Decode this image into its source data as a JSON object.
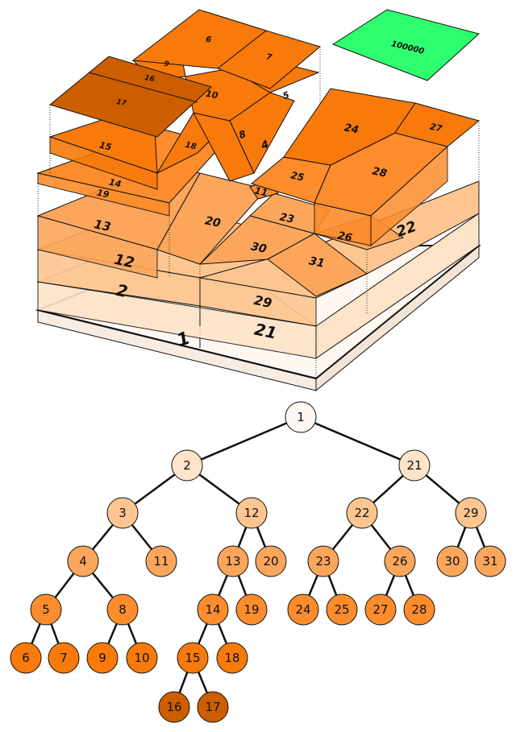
{
  "colors": {
    "depth0": "#fff8f2",
    "depth1": "#fde3c8",
    "depth2": "#fdc690",
    "depth3": "#fca65c",
    "depth4": "#fc8c2c",
    "depth5": "#f87a0a",
    "depth6": "#cc5e00",
    "highlight": "#2eff6e",
    "edge": "#111111"
  },
  "top_view": {
    "highlight_label": "100000",
    "labels": [
      {
        "id": "1",
        "text": "1"
      },
      {
        "id": "21",
        "text": "21"
      },
      {
        "id": "2",
        "text": "2"
      },
      {
        "id": "29",
        "text": "29"
      },
      {
        "id": "12",
        "text": "12"
      },
      {
        "id": "22",
        "text": "22"
      },
      {
        "id": "13",
        "text": "13"
      },
      {
        "id": "30",
        "text": "30"
      },
      {
        "id": "31",
        "text": "31"
      },
      {
        "id": "20",
        "text": "20"
      },
      {
        "id": "26",
        "text": "26"
      },
      {
        "id": "23",
        "text": "23"
      },
      {
        "id": "19",
        "text": "19"
      },
      {
        "id": "14",
        "text": "14"
      },
      {
        "id": "11",
        "text": "11"
      },
      {
        "id": "25",
        "text": "25"
      },
      {
        "id": "28",
        "text": "28"
      },
      {
        "id": "15",
        "text": "15"
      },
      {
        "id": "18",
        "text": "18"
      },
      {
        "id": "24",
        "text": "24"
      },
      {
        "id": "27",
        "text": "27"
      },
      {
        "id": "4",
        "text": "4"
      },
      {
        "id": "8",
        "text": "8"
      },
      {
        "id": "10",
        "text": "10"
      },
      {
        "id": "5",
        "text": "5"
      },
      {
        "id": "17",
        "text": "17"
      },
      {
        "id": "16",
        "text": "16"
      },
      {
        "id": "9",
        "text": "9"
      },
      {
        "id": "6",
        "text": "6"
      },
      {
        "id": "7",
        "text": "7"
      }
    ]
  },
  "tree": {
    "nodes": [
      {
        "id": "1",
        "label": "1",
        "depth": 0
      },
      {
        "id": "2",
        "label": "2",
        "depth": 1
      },
      {
        "id": "21",
        "label": "21",
        "depth": 1
      },
      {
        "id": "3",
        "label": "3",
        "depth": 2
      },
      {
        "id": "12",
        "label": "12",
        "depth": 2
      },
      {
        "id": "22",
        "label": "22",
        "depth": 2
      },
      {
        "id": "29",
        "label": "29",
        "depth": 2
      },
      {
        "id": "4",
        "label": "4",
        "depth": 3
      },
      {
        "id": "11",
        "label": "11",
        "depth": 3
      },
      {
        "id": "13",
        "label": "13",
        "depth": 3
      },
      {
        "id": "20",
        "label": "20",
        "depth": 3
      },
      {
        "id": "23",
        "label": "23",
        "depth": 3
      },
      {
        "id": "26",
        "label": "26",
        "depth": 3
      },
      {
        "id": "30",
        "label": "30",
        "depth": 3
      },
      {
        "id": "31",
        "label": "31",
        "depth": 3
      },
      {
        "id": "5",
        "label": "5",
        "depth": 4
      },
      {
        "id": "8",
        "label": "8",
        "depth": 4
      },
      {
        "id": "14",
        "label": "14",
        "depth": 4
      },
      {
        "id": "19",
        "label": "19",
        "depth": 4
      },
      {
        "id": "24",
        "label": "24",
        "depth": 4
      },
      {
        "id": "25",
        "label": "25",
        "depth": 4
      },
      {
        "id": "27",
        "label": "27",
        "depth": 4
      },
      {
        "id": "28",
        "label": "28",
        "depth": 4
      },
      {
        "id": "6",
        "label": "6",
        "depth": 5
      },
      {
        "id": "7",
        "label": "7",
        "depth": 5
      },
      {
        "id": "9",
        "label": "9",
        "depth": 5
      },
      {
        "id": "10",
        "label": "10",
        "depth": 5
      },
      {
        "id": "15",
        "label": "15",
        "depth": 5
      },
      {
        "id": "18",
        "label": "18",
        "depth": 5
      },
      {
        "id": "16",
        "label": "16",
        "depth": 6
      },
      {
        "id": "17",
        "label": "17",
        "depth": 6
      }
    ],
    "edges": [
      [
        "1",
        "2"
      ],
      [
        "1",
        "21"
      ],
      [
        "2",
        "3"
      ],
      [
        "2",
        "12"
      ],
      [
        "21",
        "22"
      ],
      [
        "21",
        "29"
      ],
      [
        "3",
        "4"
      ],
      [
        "3",
        "11"
      ],
      [
        "12",
        "13"
      ],
      [
        "12",
        "20"
      ],
      [
        "22",
        "23"
      ],
      [
        "22",
        "26"
      ],
      [
        "29",
        "30"
      ],
      [
        "29",
        "31"
      ],
      [
        "4",
        "5"
      ],
      [
        "4",
        "8"
      ],
      [
        "13",
        "14"
      ],
      [
        "13",
        "19"
      ],
      [
        "23",
        "24"
      ],
      [
        "23",
        "25"
      ],
      [
        "26",
        "27"
      ],
      [
        "26",
        "28"
      ],
      [
        "5",
        "6"
      ],
      [
        "5",
        "7"
      ],
      [
        "8",
        "9"
      ],
      [
        "8",
        "10"
      ],
      [
        "14",
        "15"
      ],
      [
        "14",
        "18"
      ],
      [
        "15",
        "16"
      ],
      [
        "15",
        "17"
      ]
    ]
  }
}
